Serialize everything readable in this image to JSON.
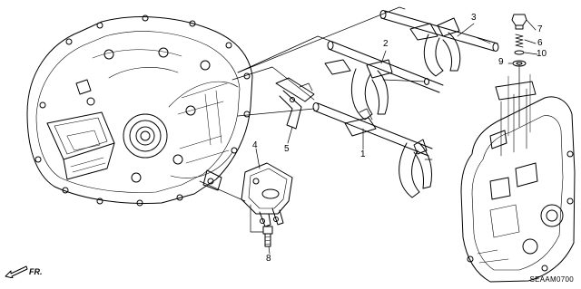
{
  "diagram": {
    "callouts": [
      "1",
      "2",
      "3",
      "4",
      "5",
      "6",
      "7",
      "8",
      "9",
      "10"
    ],
    "direction_label": "FR.",
    "drawing_code": "SEAAM0700"
  },
  "colors": {
    "line": "#000000",
    "background": "#ffffff"
  }
}
